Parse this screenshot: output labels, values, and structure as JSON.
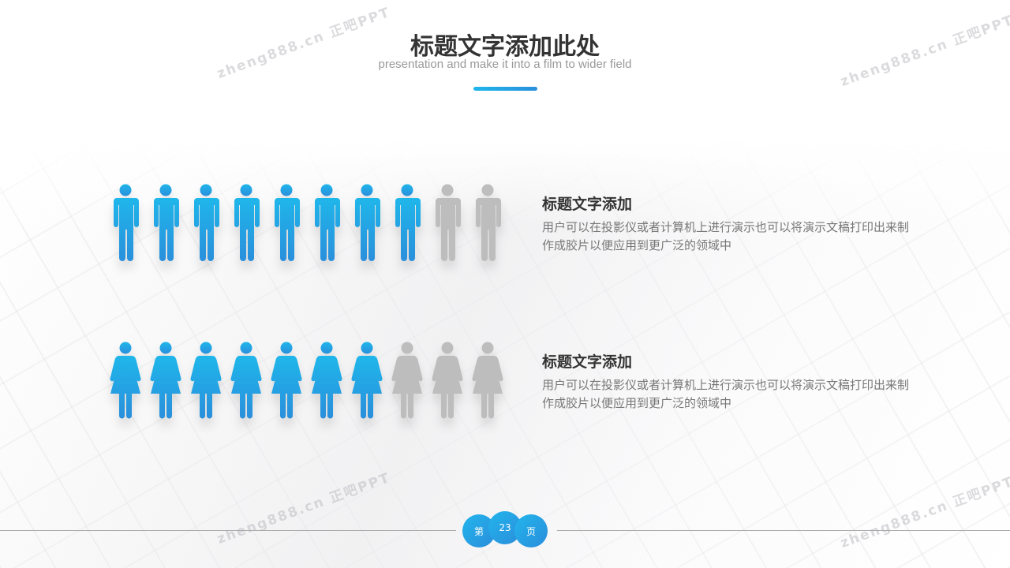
{
  "header": {
    "title": "标题文字添加此处",
    "subtitle": "presentation and make it into a film to wider field"
  },
  "rows": [
    {
      "icon": "male",
      "total": 10,
      "highlighted": 8,
      "heading": "标题文字添加",
      "body": "用户可以在投影仪或者计算机上进行演示也可以将演示文稿打印出来制作成胶片以便应用到更广泛的领域中"
    },
    {
      "icon": "female",
      "total": 10,
      "highlighted": 7,
      "heading": "标题文字添加",
      "body": "用户可以在投影仪或者计算机上进行演示也可以将演示文稿打印出来制作成胶片以便应用到更广泛的领域中"
    }
  ],
  "colors": {
    "accent_start": "#1fb6ea",
    "accent_end": "#2a8fdc",
    "inactive": "#bdbdbd"
  },
  "footer": {
    "prefix": "第",
    "page": "23",
    "suffix": "页"
  },
  "watermark": "zheng888.cn 正吧PPT"
}
